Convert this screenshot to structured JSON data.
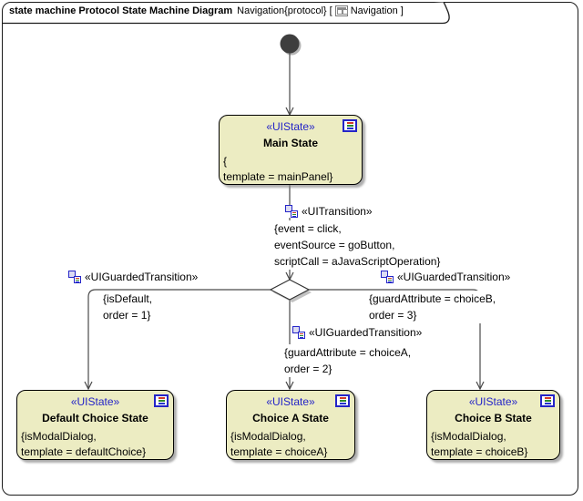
{
  "frame": {
    "kind_title": "state machine Protocol State Machine Diagram",
    "context": "Navigation{protocol} [",
    "nav_label": "Navigation ]"
  },
  "states": {
    "main": {
      "stereotype": "«UIState»",
      "name": "Main State",
      "lines": [
        "{",
        "template = mainPanel}"
      ]
    },
    "default_choice": {
      "stereotype": "«UIState»",
      "name": "Default Choice State",
      "lines": [
        "{isModalDialog,",
        "template = defaultChoice}"
      ]
    },
    "choice_a": {
      "stereotype": "«UIState»",
      "name": "Choice A State",
      "lines": [
        "{isModalDialog,",
        "template = choiceA}"
      ]
    },
    "choice_b": {
      "stereotype": "«UIState»",
      "name": "Choice B State",
      "lines": [
        "{isModalDialog,",
        "template = choiceB}"
      ]
    }
  },
  "transitions": {
    "main_to_choicepoint": {
      "stereotype": "«UITransition»",
      "lines": [
        "{event = click,",
        "eventSource = goButton,",
        "scriptCall = aJavaScriptOperation}"
      ]
    },
    "to_default_choice": {
      "stereotype": "«UIGuardedTransition»",
      "lines": [
        "{isDefault,",
        "order = 1}"
      ]
    },
    "to_choice_a": {
      "stereotype": "«UIGuardedTransition»",
      "lines": [
        "{guardAttribute = choiceA,",
        "order = 2}"
      ]
    },
    "to_choice_b": {
      "stereotype": "«UIGuardedTransition»",
      "lines": [
        "{guardAttribute = choiceB,",
        "order = 3}"
      ]
    }
  },
  "colors": {
    "state_fill": "#ECECC2",
    "stereotype_blue": "#2323C8",
    "wire": "#4A4A4A",
    "shadow": "#9E9E9E",
    "initial_node": "#3E3E3E"
  }
}
